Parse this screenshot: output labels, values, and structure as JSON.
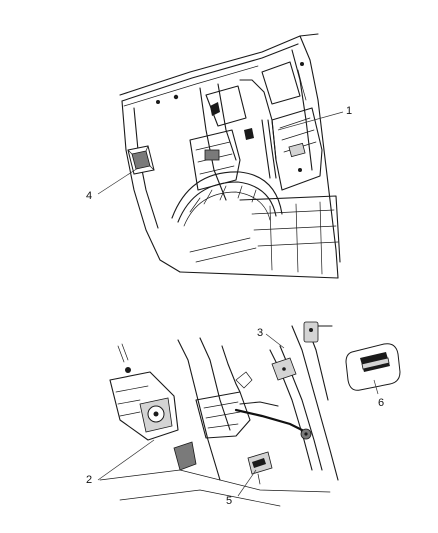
{
  "callouts": [
    {
      "id": "1",
      "text": "1"
    },
    {
      "id": "2",
      "text": "2"
    },
    {
      "id": "3",
      "text": "3"
    },
    {
      "id": "4",
      "text": "4"
    },
    {
      "id": "5",
      "text": "5"
    },
    {
      "id": "6",
      "text": "6"
    }
  ],
  "icons": {
    "part_1": "quarter-trim-panel-icon",
    "part_2": "seat-belt-retractor-icon",
    "part_3": "seat-belt-webbing-icon",
    "part_4": "trim-bezel-icon",
    "part_5": "buckle-anchor-icon",
    "part_6": "belt-guide-bezel-icon"
  }
}
